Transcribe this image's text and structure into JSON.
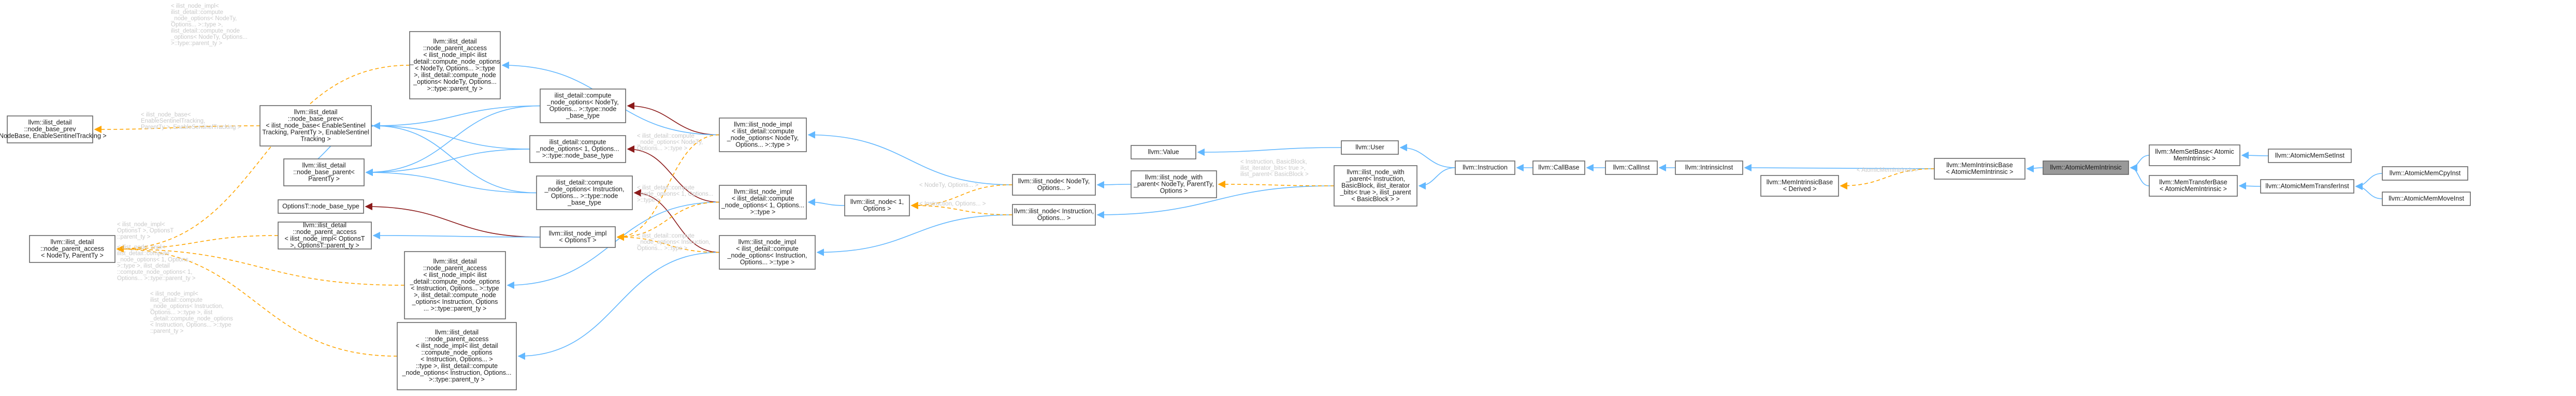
{
  "diagram": {
    "nodes": [
      {
        "id": "ilist_node_base",
        "lines": [
          "llvm::ilist_detail",
          "::node_base_prev",
          "< NodeBase, EnableSentinelTracking >"
        ]
      },
      {
        "id": "node_parent_access_1",
        "lines": [
          "llvm::ilist_detail",
          "::node_parent_access",
          "< NodeTy, ParentTy >"
        ]
      },
      {
        "id": "node_base_parent",
        "lines": [
          "llvm::ilist_detail",
          "::node_base_parent<",
          "ParentTy >"
        ]
      },
      {
        "id": "node_base_prev_2",
        "lines": [
          "llvm::ilist_detail",
          "::node_base_prev<",
          "< ilist_node_base< EnableSentinel",
          "Tracking, ParentTy >, EnableSentinel",
          "Tracking >"
        ]
      },
      {
        "id": "optionsT_node_base_type",
        "lines": [
          "OptionsT::node_base_type"
        ]
      },
      {
        "id": "node_parent_access_opts",
        "lines": [
          "llvm::ilist_detail",
          "::node_parent_access",
          "< ilist_node_impl< OptionsT",
          ">, OptionsT::parent_ty >"
        ]
      },
      {
        "id": "node_parent_access_top",
        "lines": [
          "llvm::ilist_detail",
          "::node_parent_access",
          "< ilist_node_impl< ilist",
          "_detail::compute_node_options",
          "< NodeTy, Options... >::type",
          ">, ilist_detail::compute_node",
          "_options< NodeTy, Options...",
          ">::type::parent_ty >"
        ]
      },
      {
        "id": "node_parent_access_mid",
        "lines": [
          "llvm::ilist_detail",
          "::node_parent_access",
          "< ilist_node_impl< ilist",
          "_detail::compute_node_options",
          "< Instruction, Options... >::type",
          ">, ilist_detail::compute_node",
          "_options< Instruction, Options",
          "... >::type::parent_ty >"
        ]
      },
      {
        "id": "node_parent_access_bot",
        "lines": [
          "llvm::ilist_detail",
          "::node_parent_access",
          "< ilist_node_impl< ilist_detail",
          "::compute_node_options",
          "< Instruction, Options... >",
          "::type >, ilist_detail::compute",
          "_node_options< Instruction, Options...",
          ">::type::parent_ty >"
        ]
      },
      {
        "id": "compute_opts_1",
        "lines": [
          "ilist_detail::compute",
          "_node_options< NodeTy,",
          "Options... >::type::node",
          "_base_type"
        ]
      },
      {
        "id": "compute_opts_2",
        "lines": [
          "ilist_detail::compute",
          "_node_options< 1, Options...",
          ">::type::node_base_type"
        ]
      },
      {
        "id": "compute_opts_3",
        "lines": [
          "ilist_detail::compute",
          "_node_options< Instruction,",
          "Options... >::type::node",
          "_base_type"
        ]
      },
      {
        "id": "ilist_node_impl_T",
        "lines": [
          "llvm::ilist_node_impl",
          "< OptionsT >"
        ]
      },
      {
        "id": "ilist_node_impl_1",
        "lines": [
          "llvm::ilist_node_impl",
          "< ilist_detail::compute",
          "_node_options< NodeTy,",
          "Options... >::type >"
        ]
      },
      {
        "id": "ilist_node_impl_2",
        "lines": [
          "llvm::ilist_node_impl",
          "< ilist_detail::compute",
          "_node_options< 1, Options...",
          ">::type >"
        ]
      },
      {
        "id": "ilist_node_impl_3",
        "lines": [
          "llvm::ilist_node_impl",
          "< ilist_detail::compute",
          "_node_options< Instruction,",
          "Options... >::type >"
        ]
      },
      {
        "id": "ilist_node_1",
        "lines": [
          "llvm::ilist_node< 1,",
          "Options >"
        ]
      },
      {
        "id": "ilist_node_NodeTy",
        "lines": [
          "llvm::ilist_node< NodeTy,",
          "Options... >"
        ]
      },
      {
        "id": "ilist_node_Instr",
        "lines": [
          "llvm::ilist_node< Instruction,",
          "Options... >"
        ]
      },
      {
        "id": "ilist_node_with_parent",
        "lines": [
          "llvm::ilist_node_with",
          "_parent< NodeTy, ParentTy,",
          "Options >"
        ]
      },
      {
        "id": "llvm_value",
        "lines": [
          "llvm::Value"
        ]
      },
      {
        "id": "llvm_user",
        "lines": [
          "llvm::User"
        ]
      },
      {
        "id": "ilist_node_with_parent_bb",
        "lines": [
          "llvm::ilist_node_with",
          "_parent< Instruction,",
          "BasicBlock, ilist_iterator",
          "_bits< true >, ilist_parent",
          "< BasicBlock > >"
        ]
      },
      {
        "id": "llvm_instruction",
        "lines": [
          "llvm::Instruction"
        ]
      },
      {
        "id": "llvm_callbase",
        "lines": [
          "llvm::CallBase"
        ]
      },
      {
        "id": "llvm_callinst",
        "lines": [
          "llvm::CallInst"
        ]
      },
      {
        "id": "llvm_intrinsicinst",
        "lines": [
          "llvm::IntrinsicInst"
        ]
      },
      {
        "id": "mem_intrinsic_base_derived",
        "lines": [
          "llvm::MemIntrinsicBase",
          "< Derived >"
        ]
      },
      {
        "id": "mem_intrinsic_base_atomic",
        "lines": [
          "llvm::MemIntrinsicBase",
          "< AtomicMemIntrinsic >"
        ]
      },
      {
        "id": "atomic_mem_intrinsic",
        "lines": [
          "llvm::AtomicMemIntrinsic"
        ],
        "focus": true
      },
      {
        "id": "memset_base",
        "lines": [
          "llvm::MemSetBase< Atomic",
          "MemIntrinsic >"
        ]
      },
      {
        "id": "memtransfer_base",
        "lines": [
          "llvm::MemTransferBase",
          "< AtomicMemIntrinsic >"
        ]
      },
      {
        "id": "atomic_memset",
        "lines": [
          "llvm::AtomicMemSetInst"
        ]
      },
      {
        "id": "atomic_memtransfer",
        "lines": [
          "llvm::AtomicMemTransferInst"
        ]
      },
      {
        "id": "atomic_memcpy",
        "lines": [
          "llvm::AtomicMemCpyInst"
        ]
      },
      {
        "id": "atomic_memmove",
        "lines": [
          "llvm::AtomicMemMoveInst"
        ]
      }
    ],
    "edge_labels": [
      {
        "id": "lbl_1",
        "lines": [
          "< ilist_node_impl<",
          "ilist_detail::compute",
          "_node_options< NodeTy,",
          "Options... >::type >,",
          "ilist_detail::compute_node",
          "_options< NodeTy, Options...",
          ">::type::parent_ty >"
        ]
      },
      {
        "id": "lbl_2",
        "lines": [
          "< ilist_node_base<",
          "EnableSentinelTracking,",
          "ParentTy >, EnableSentinelTracking >"
        ]
      },
      {
        "id": "lbl_3",
        "lines": [
          "< ilist_node_impl<",
          "OptionsT >, OptionsT",
          "::parent_ty >"
        ]
      },
      {
        "id": "lbl_4",
        "lines": [
          "< ilist_node_impl<",
          "ilist_detail::compute",
          "_node_options< 1, Options...",
          ">::type >, ilist_detail",
          "::compute_node_options< 1,",
          "Options... >::type::parent_ty >"
        ]
      },
      {
        "id": "lbl_5",
        "lines": [
          "< ilist_node_impl<",
          "ilist_detail::compute",
          "_node_options< Instruction,",
          "Options... >::type >, ilist",
          "_detail::compute_node_options",
          "< Instruction, Options... >::type",
          "::parent_ty >"
        ]
      },
      {
        "id": "lbl_6",
        "lines": [
          "< ilist_detail::compute",
          "_node_options< NodeTy,",
          "Options... >::type >"
        ]
      },
      {
        "id": "lbl_7",
        "lines": [
          "< ilist_detail::compute",
          "_node_options< 1, Options...",
          ">::type >"
        ]
      },
      {
        "id": "lbl_8",
        "lines": [
          "< ilist_detail::compute",
          "_node_options< Instruction,",
          "Options... >::type >"
        ]
      },
      {
        "id": "lbl_9",
        "lines": [
          "< NodeTy, Options... >"
        ]
      },
      {
        "id": "lbl_10",
        "lines": [
          "< Instruction, Options... >"
        ]
      },
      {
        "id": "lbl_11",
        "lines": [
          "< Instruction, BasicBlock,",
          "ilist_iterator_bits< true >,",
          "ilist_parent< BasicBlock >"
        ]
      },
      {
        "id": "lbl_12",
        "lines": [
          "< AtomicMemIntrinsic >"
        ]
      }
    ]
  },
  "colors": {
    "public_inheritance": "#63b8ff",
    "protected_inheritance": "#8b1a1a",
    "template_instance": "#ffa500",
    "focus_fill": "#999999",
    "node_border": "#666666",
    "label_text": "#c8c8c8"
  }
}
